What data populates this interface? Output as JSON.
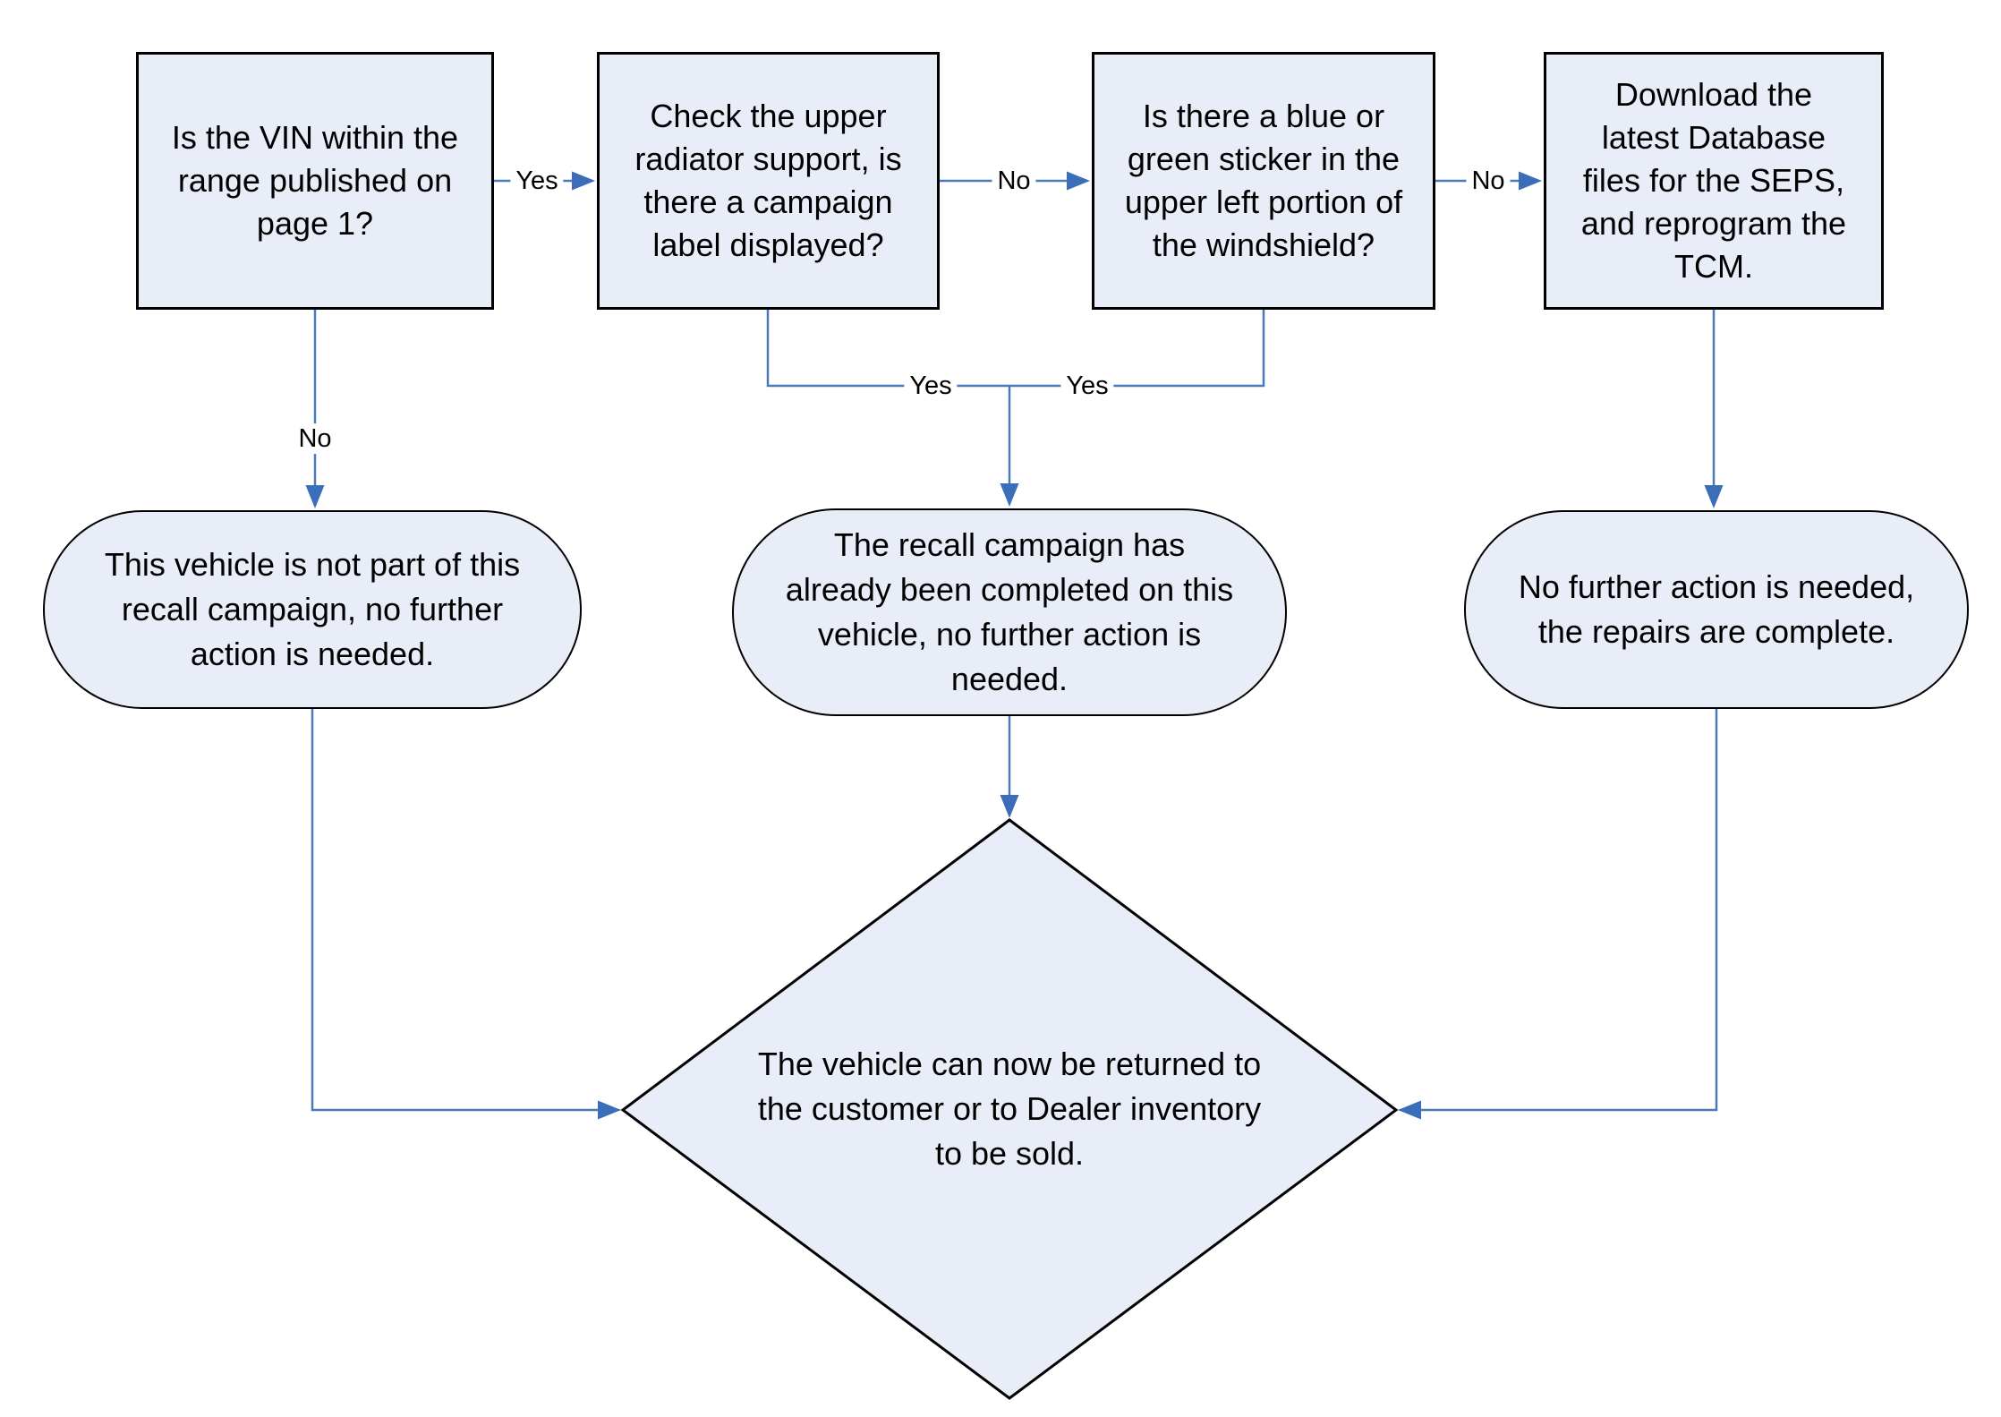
{
  "diagram": {
    "type": "flowchart",
    "colors": {
      "background": "#ffffff",
      "node_fill": "#e8edf7",
      "node_border": "#000000",
      "connector_line": "#4a7ab8",
      "arrowhead": "#3b6db8",
      "text_color": "#000000"
    },
    "process_nodes": [
      {
        "id": "vin-range",
        "text": "Is the VIN within the\nrange published on\npage 1?"
      },
      {
        "id": "campaign-label",
        "text": "Check the upper\nradiator support, is\nthere a campaign\nlabel displayed?"
      },
      {
        "id": "windshield-sticker",
        "text": "Is there a blue or\ngreen sticker in the\nupper left portion of\nthe windshield?"
      },
      {
        "id": "download-reprogram",
        "text": "Download the\nlatest Database\nfiles for the SEPS,\nand reprogram the\nTCM."
      }
    ],
    "terminator_nodes": [
      {
        "id": "not-part-of-recall",
        "text": "This vehicle is not part of this\nrecall campaign, no further\naction is needed."
      },
      {
        "id": "already-completed",
        "text": "The recall campaign has\nalready been completed on this\nvehicle, no further action is\nneeded."
      },
      {
        "id": "repairs-complete",
        "text": "No further action is needed,\nthe repairs are complete."
      }
    ],
    "decision_node": {
      "id": "return-vehicle",
      "text": "The vehicle can now be returned to\nthe customer or to Dealer inventory\nto be sold."
    },
    "edge_labels": [
      {
        "id": "vin-yes",
        "text": "Yes"
      },
      {
        "id": "campaign-no",
        "text": "No"
      },
      {
        "id": "sticker-no",
        "text": "No"
      },
      {
        "id": "vin-no",
        "text": "No"
      },
      {
        "id": "campaign-yes",
        "text": "Yes"
      },
      {
        "id": "sticker-yes",
        "text": "Yes"
      }
    ]
  }
}
